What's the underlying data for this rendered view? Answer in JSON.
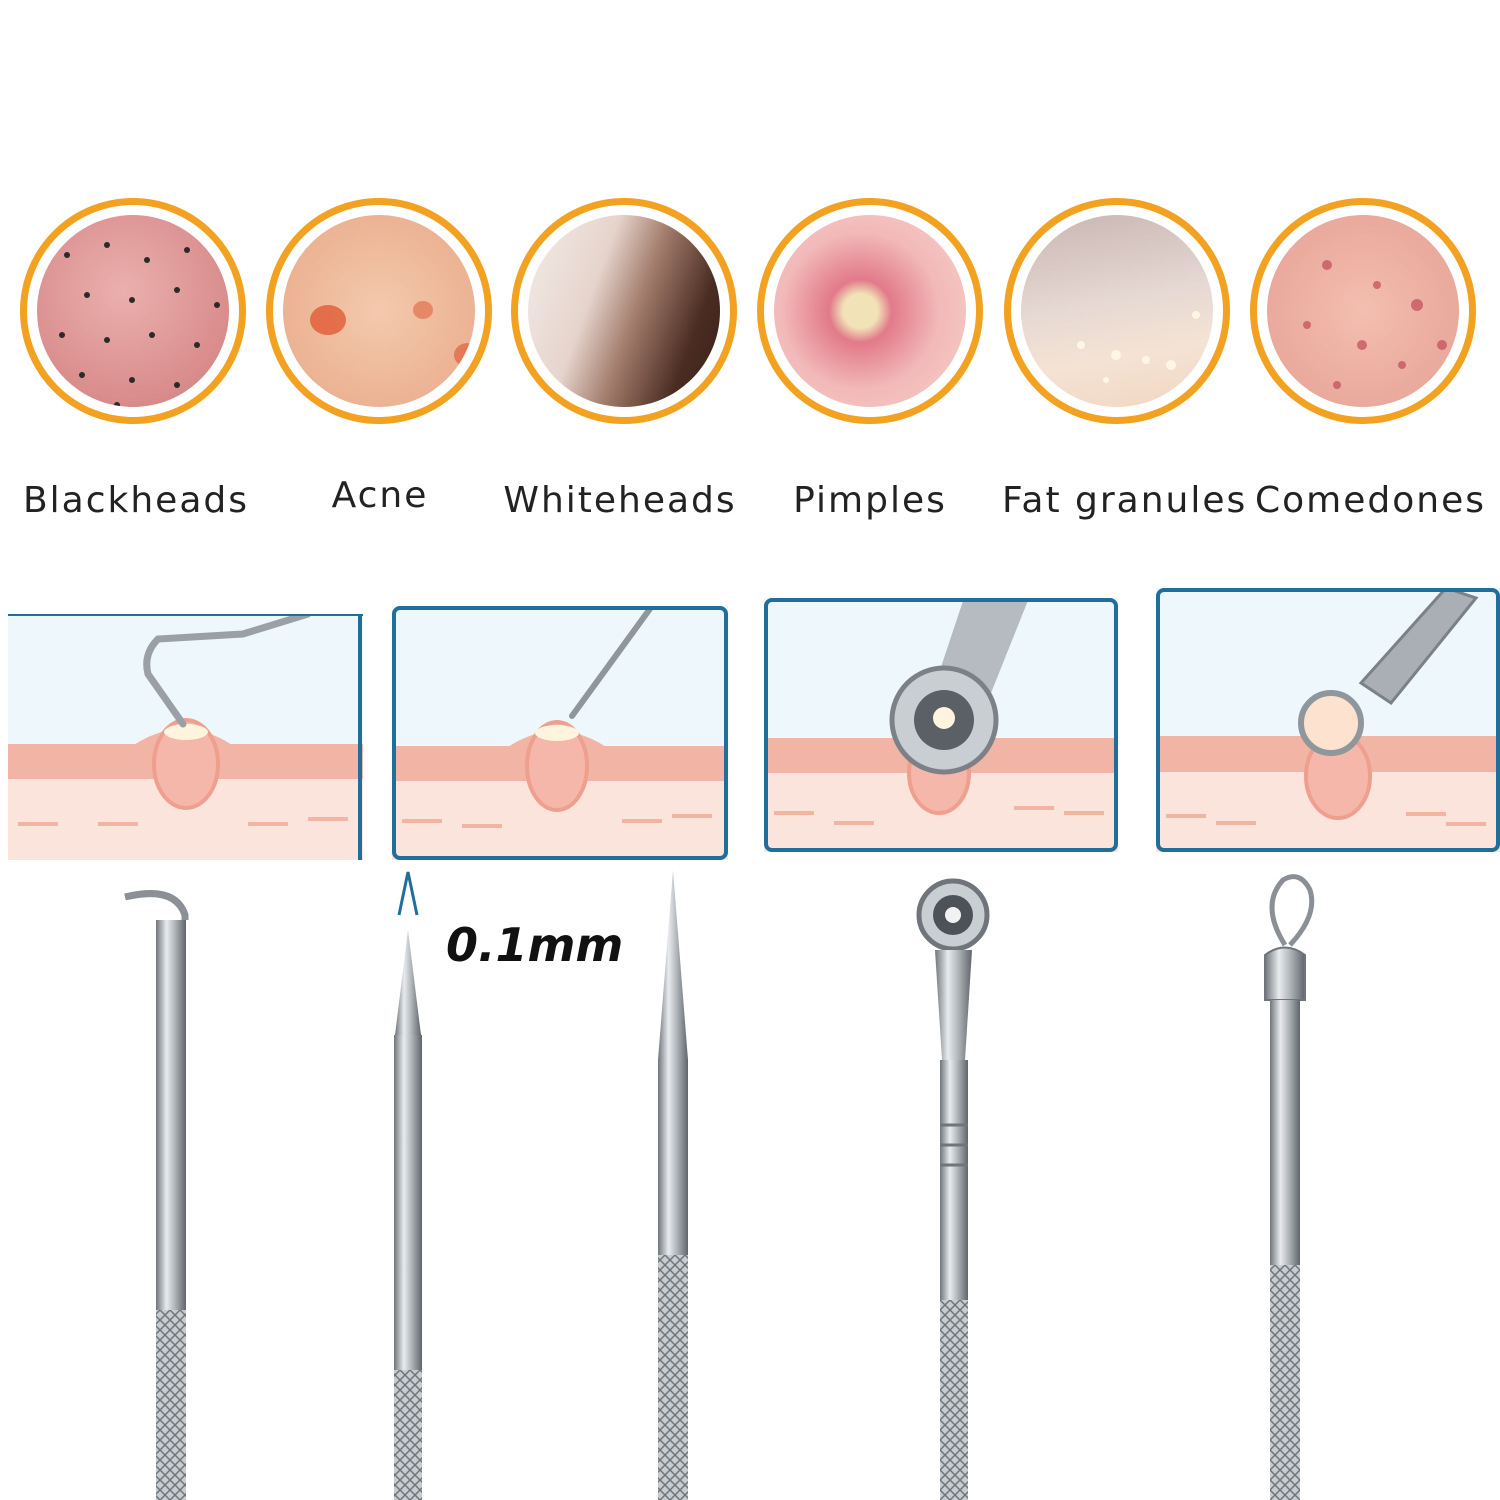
{
  "skin_conditions": [
    {
      "label": "Blackheads"
    },
    {
      "label": "Acne"
    },
    {
      "label": "Whiteheads"
    },
    {
      "label": "Pimples"
    },
    {
      "label": "Fat granules"
    },
    {
      "label": "Comedones"
    }
  ],
  "measurement_label": "0.1mm",
  "colors": {
    "ring": "#f2a220",
    "panel_border": "#1f6f9a",
    "skin": "#f2b4a4",
    "steel": "#9aa0a6"
  }
}
